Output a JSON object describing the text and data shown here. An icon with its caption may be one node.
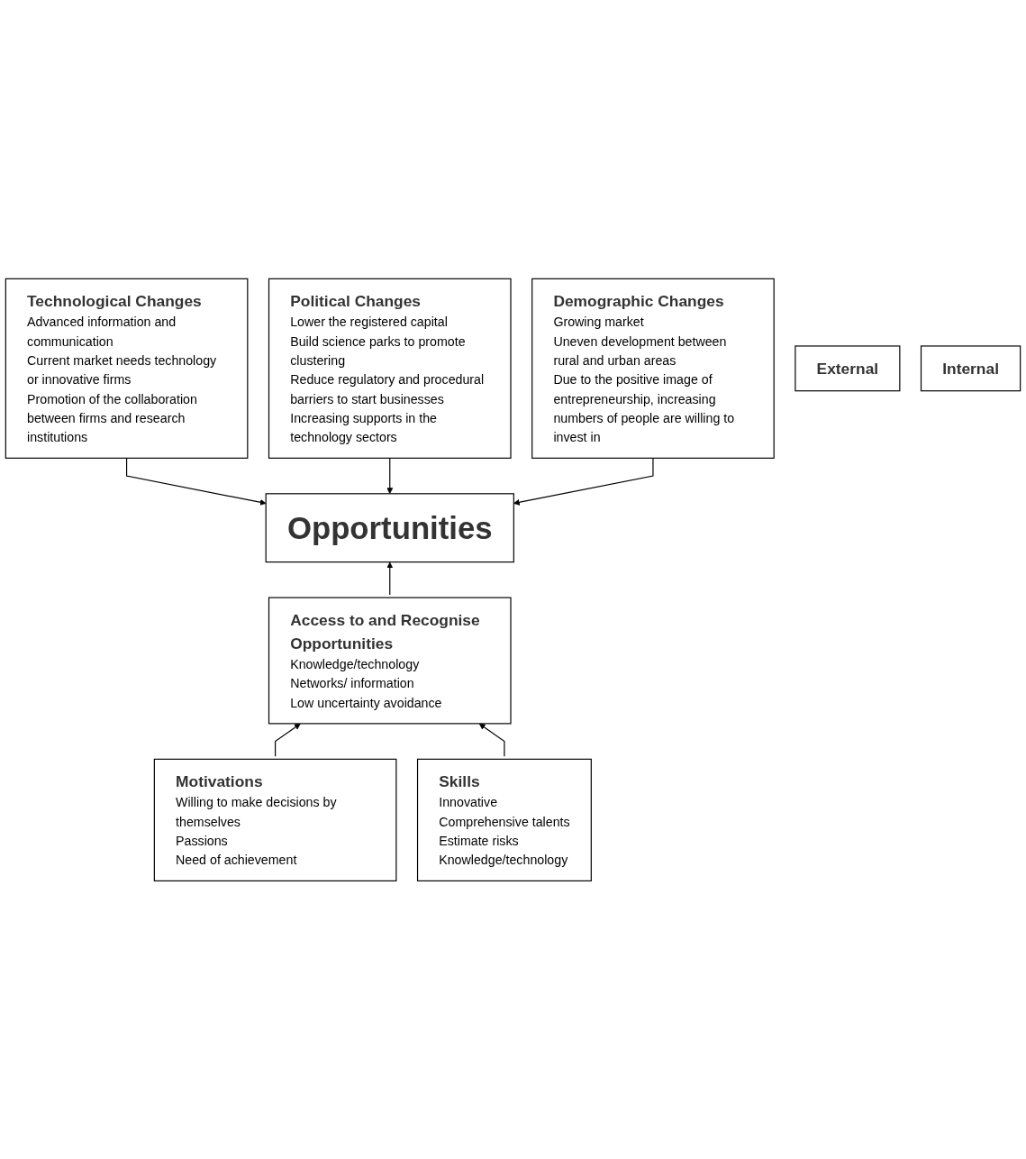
{
  "diagram": {
    "nodes": [
      {
        "text": [
          "Technological Changes",
          "Advanced information and communication",
          "Current market needs technology or innovative firms",
          "Promotion of the collaboration between firms and research institutions"
        ]
      },
      {
        "text": [
          "Political Changes",
          "Lower the registered capital",
          "Build science parks to promote clustering",
          "Reduce regulatory and procedural barriers to start businesses",
          "Increasing supports in the technology sectors"
        ]
      },
      {
        "text": [
          "Demographic Changes",
          "Growing market",
          "Uneven development between rural and urban areas",
          "Due to the positive image of entrepreneurship, increasing numbers of people are willing to invest in"
        ]
      },
      {
        "text": [
          "Opportunities"
        ]
      },
      {
        "text": [
          "Access to and Recognise Opportunities",
          "Knowledge/technology",
          "Networks/ information",
          "Low uncertainty avoidance"
        ]
      },
      {
        "text": [
          "Motivations",
          "Willing to make decisions by themselves",
          "Passions",
          "Need of achievement"
        ]
      },
      {
        "text": [
          "Skills",
          "Innovative",
          "Comprehensive talents",
          "Estimate risks",
          "Knowledge/technology"
        ]
      },
      {
        "text": [
          "External"
        ]
      },
      {
        "text": [
          "Internal"
        ]
      }
    ],
    "edges": [
      {
        "from": 0,
        "to": 3,
        "arrow": "to"
      },
      {
        "from": 1,
        "to": 3,
        "arrow": "to"
      },
      {
        "from": 2,
        "to": 3,
        "arrow": "to"
      },
      {
        "from": 4,
        "to": 3,
        "arrow": "to"
      },
      {
        "from": 5,
        "to": 4,
        "arrow": "to"
      },
      {
        "from": 6,
        "to": 4,
        "arrow": "to"
      }
    ]
  }
}
